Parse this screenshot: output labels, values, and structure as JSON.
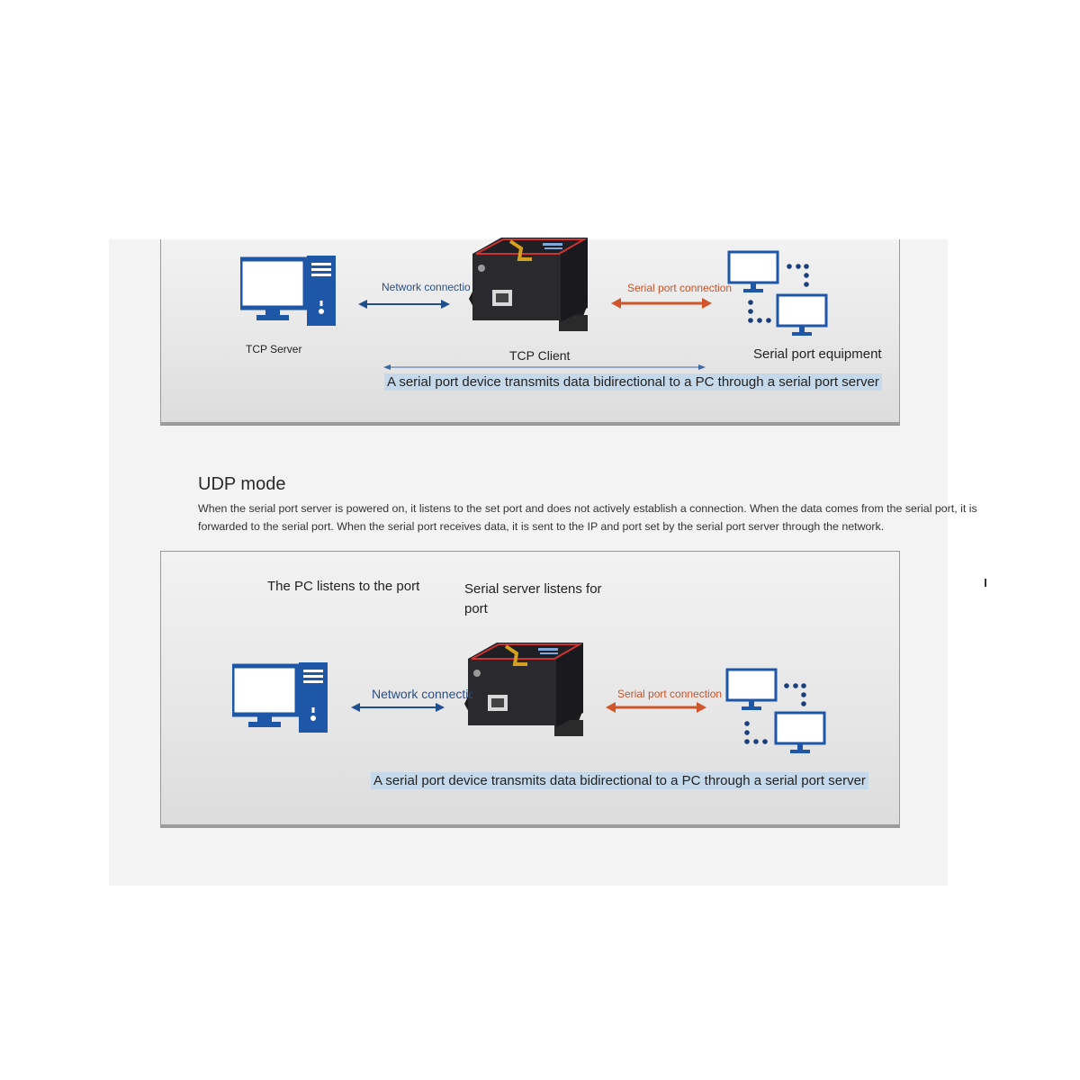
{
  "tcp_client_diagram": {
    "server_label": "TCP Server",
    "network_label": "Network connectio",
    "client_label": "TCP Client",
    "serial_label": "Serial port connection",
    "equipment_label": "Serial port equipment",
    "banner": "A serial port device transmits data bidirectional to a PC through a serial port server"
  },
  "udp_section": {
    "heading": "UDP mode",
    "description": "When the serial port server is powered on, it listens to the set port and does not actively establish a connection. When the data comes from the serial port, it is forwarded to the serial port. When the serial port receives data, it is sent to the IP and port set by the serial port server through the network."
  },
  "udp_diagram": {
    "pc_listen_label": "The PC listens to the port",
    "server_listen_label": "Serial server listens for port",
    "network_label": "Network connectio",
    "serial_label": "Serial port connection",
    "banner": "A serial port device transmits data bidirectional to a PC through a serial port server"
  },
  "colors": {
    "network_arrow": "#1f4f8f",
    "serial_arrow": "#d0552a",
    "computer_blue": "#1e56a8",
    "banner_bg": "#c5d9ea",
    "device_body": "#2a2a2e"
  }
}
